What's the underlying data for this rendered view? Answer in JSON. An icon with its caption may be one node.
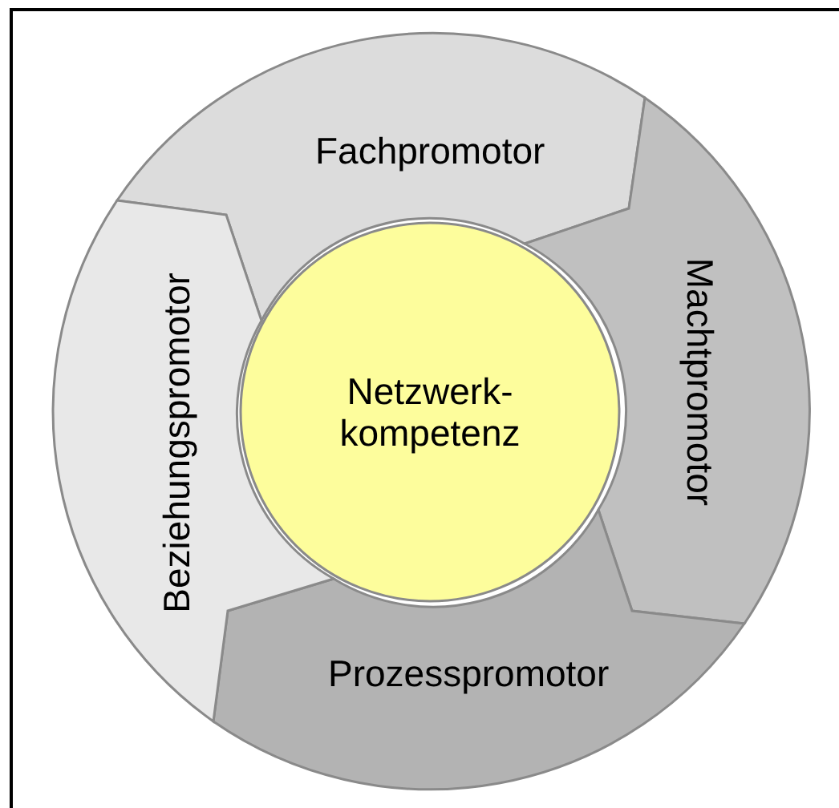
{
  "diagram": {
    "nodes": [
      {
        "text": [
          "Fachpromotor"
        ]
      },
      {
        "text": [
          "Machtpromotor"
        ]
      },
      {
        "text": [
          "Prozesspromotor"
        ]
      },
      {
        "text": [
          "Beziehungspromotor"
        ]
      },
      {
        "text": [
          "Netzwerk- kompetenz"
        ]
      }
    ]
  }
}
